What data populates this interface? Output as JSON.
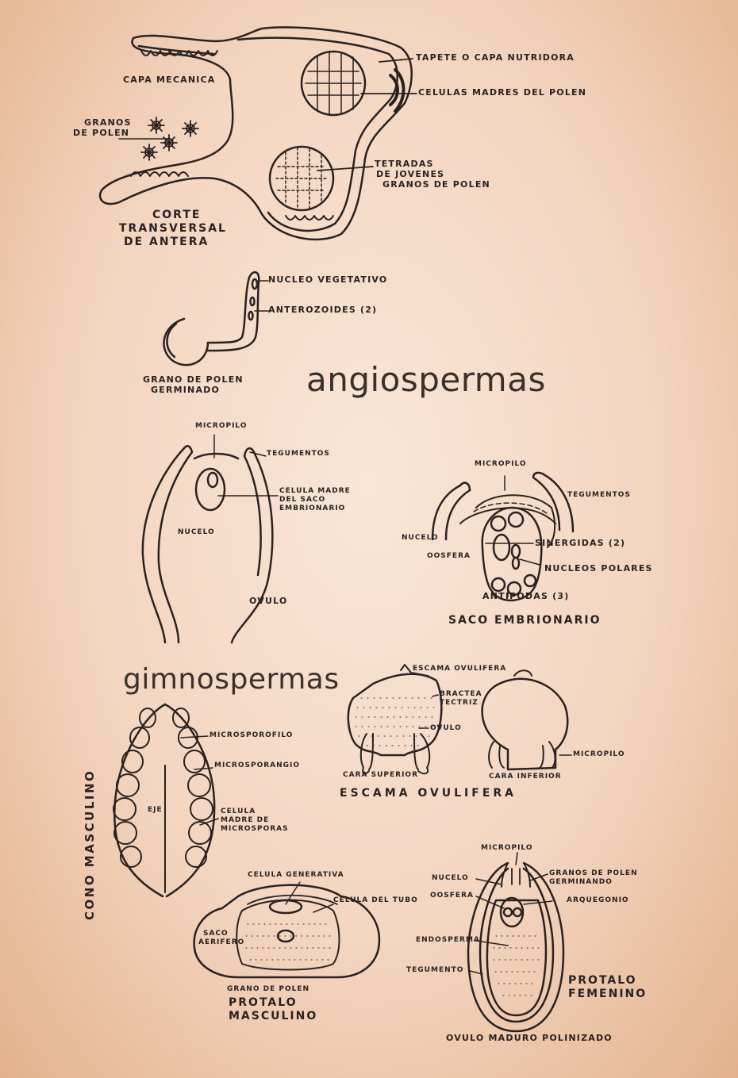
{
  "titles": {
    "angiospermas": "angiospermas",
    "gimnospermas": "gimnospermas"
  },
  "antera": {
    "tapete": "TAPETE O CAPA NUTRIDORA",
    "capa_mecanica": "CAPA MECANICA",
    "celulas_madres": "CELULAS MADRES DEL POLEN",
    "granos_de_polen": [
      "GRANOS",
      "DE POLEN"
    ],
    "tetradas": [
      "TETRADAS",
      "DE JOVENES",
      "GRANOS DE POLEN"
    ],
    "caption": [
      "CORTE",
      "TRANSVERSAL",
      "DE ANTERA"
    ]
  },
  "polen_germinado": {
    "nucleo_vegetativo": "NUCLEO VEGETATIVO",
    "anterozoides": "ANTEROZOIDES (2)",
    "caption": [
      "GRANO DE POLEN",
      "GERMINADO"
    ]
  },
  "ovulo": {
    "micropilo": "MICROPILO",
    "tegumentos": "TEGUMENTOS",
    "celula_madre": [
      "CELULA MADRE",
      "DEL SACO",
      "EMBRIONARIO"
    ],
    "nucelo": "NUCELO",
    "ovulo": "OVULO"
  },
  "saco": {
    "micropilo": "MICROPILO",
    "tegumentos": "TEGUMENTOS",
    "nucelo": "NUCELO",
    "sinergidas": "SINERGIDAS (2)",
    "oosfera": "OOSFERA",
    "nucleos_polares": "NUCLEOS POLARES",
    "antipodas": "ANTIPODAS (3)",
    "caption": "SACO EMBRIONARIO"
  },
  "cono": {
    "microsporofilo": "MICROSPOROFILO",
    "microsporangio": "MICROSPORANGIO",
    "eje": "EJE",
    "celula_madre": [
      "CELULA",
      "MADRE DE",
      "MICROSPORAS"
    ],
    "caption": "CONO MASCULINO"
  },
  "escama": {
    "escama_ovulifera": "ESCAMA OVULIFERA",
    "bractea": [
      "BRACTEA",
      "TECTRIZ"
    ],
    "ovulo": "OVULO",
    "micropilo": "MICROPILO",
    "cara_superior": "CARA SUPERIOR",
    "cara_inferior": "CARA INFERIOR",
    "caption": "ESCAMA OVULIFERA"
  },
  "protalo_m": {
    "celula_generativa": "CELULA GENERATIVA",
    "celula_tubo": "CELULA DEL TUBO",
    "saco_aerifero": [
      "SACO",
      "AERIFERO"
    ],
    "grano": "GRANO DE POLEN",
    "caption": [
      "PROTALO",
      "MASCULINO"
    ]
  },
  "ovulo_maduro": {
    "micropilo": "MICROPILO",
    "nucelo": "NUCELO",
    "granos": [
      "GRANOS DE POLEN",
      "GERMINANDO"
    ],
    "oosfera": "OOSFERA",
    "arquegonio": "ARQUEGONIO",
    "endosperma": "ENDOSPERMA",
    "tegumento": "TEGUMENTO",
    "protalo": [
      "PROTALO",
      "FEMENINO"
    ],
    "caption": "OVULO MADURO POLINIZADO"
  }
}
